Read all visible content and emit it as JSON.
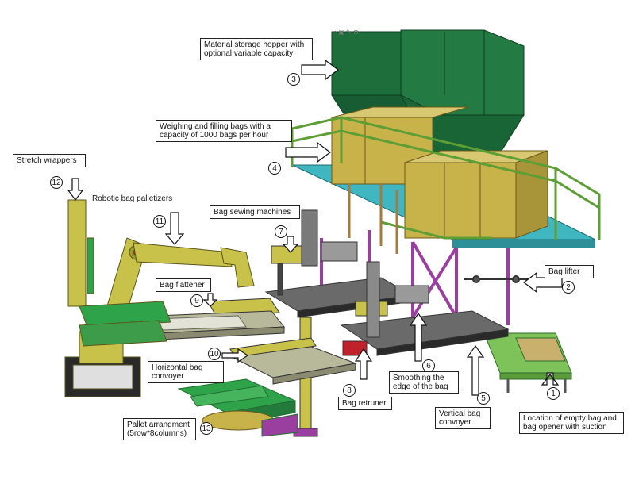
{
  "colors": {
    "hopper": "#1e6e3c",
    "frame_green": "#6fae3f",
    "cyan_platform": "#3fb6c0",
    "purple": "#9a3fa0",
    "box_tan": "#c8b24a",
    "robot": "#c8c24a",
    "robot_dark": "#9e9a2e",
    "conveyor": "#b8b89a",
    "metal": "#8a8a8a",
    "dark": "#2a2a2a",
    "red": "#c0222c",
    "pallet_green": "#2fa34a"
  },
  "labels": [
    {
      "n": "1",
      "text": "Location of empty bag and bag opener with suction"
    },
    {
      "n": "2",
      "text": "Bag lifter"
    },
    {
      "n": "3",
      "text": "Material storage hopper with optional variable capacity"
    },
    {
      "n": "4",
      "text": "Weighing and filling bags with a capacity of 1000 bags per hour"
    },
    {
      "n": "5",
      "text": "Vertical bag convoyer"
    },
    {
      "n": "6",
      "text": "Smoothing the edge of the bag"
    },
    {
      "n": "7",
      "text": "Bag sewing machines"
    },
    {
      "n": "8",
      "text": "Bag retruner"
    },
    {
      "n": "9",
      "text": "Bag flattener"
    },
    {
      "n": "10",
      "text": "Horizontal bag convoyer"
    },
    {
      "n": "11",
      "text": "Robotic bag palletizers"
    },
    {
      "n": "12",
      "text": "Stretch wrappers"
    },
    {
      "n": "13",
      "text": "Pallet arrangment (5row*8columns)"
    }
  ],
  "toolbar_icons": [
    "magnify-icon",
    "cube-icon",
    "pen-icon",
    "gear-icon"
  ]
}
